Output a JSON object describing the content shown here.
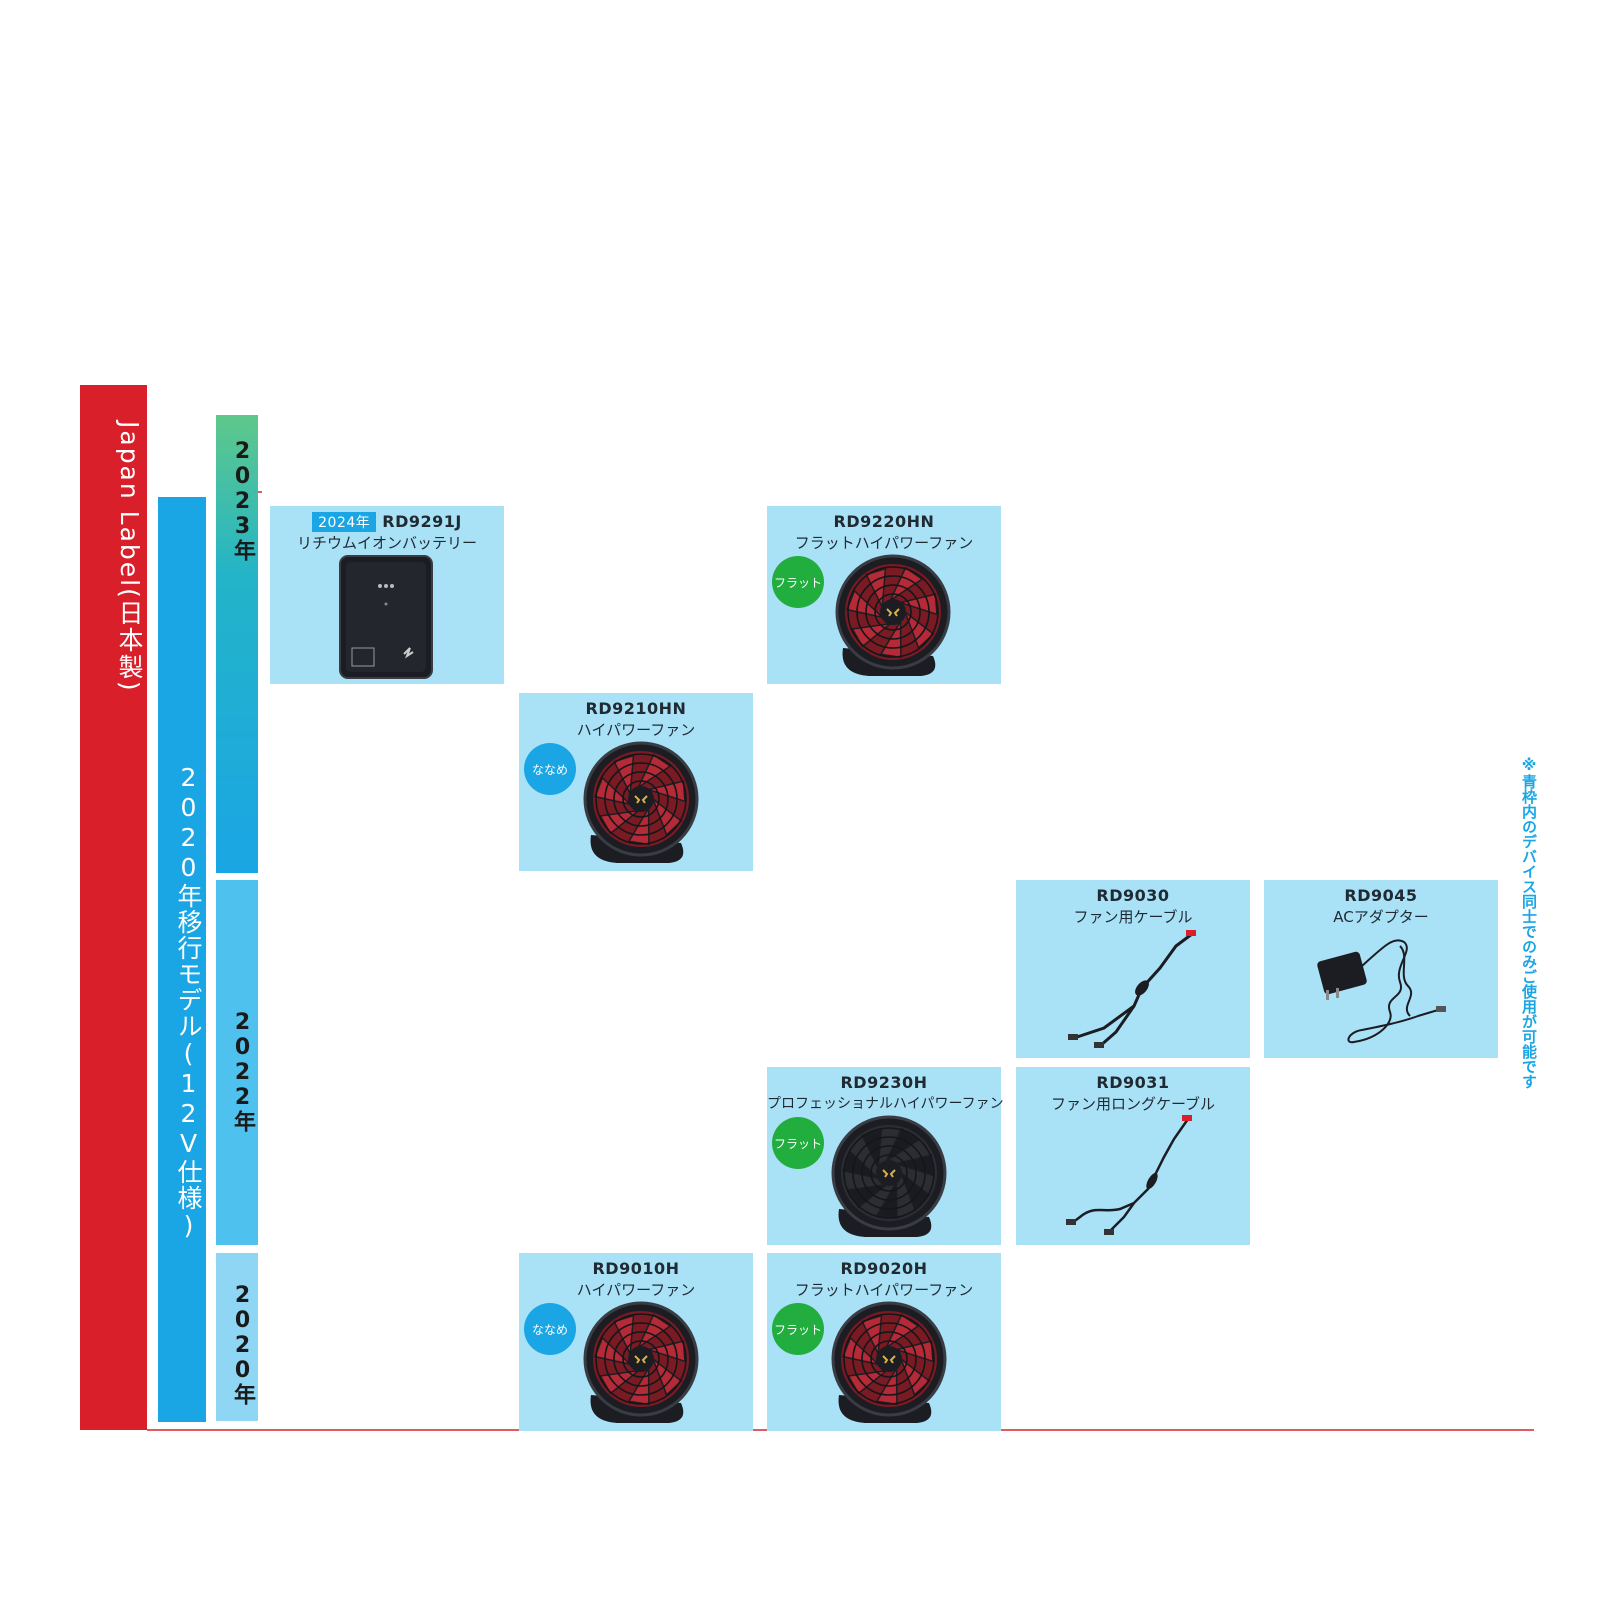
{
  "colors": {
    "japan_bar": "#d81f2a",
    "model_bar": "#1aa6e4",
    "card_bg": "#a9e1f6",
    "flat_badge": "#22ad3f",
    "naname_badge": "#1aa6e4",
    "note_text": "#1aa6e4"
  },
  "labels": {
    "japan": "Japan Label(日本製)",
    "model": "2020年移行モデル(12V仕様)",
    "note": "※青枠内のデバイス同士でのみご使用が可能です"
  },
  "years": {
    "y2023": "2023年",
    "y2022": "2022年",
    "y2020": "2020年"
  },
  "products": {
    "rd9291j": {
      "badge": "2024年",
      "code": "RD9291J",
      "name": "リチウムイオンバッテリー",
      "icon": "battery-pack-image"
    },
    "rd9220hn": {
      "code": "RD9220HN",
      "name": "フラットハイパワーファン",
      "type": "フラット",
      "icon": "fan-image"
    },
    "rd9210hn": {
      "code": "RD9210HN",
      "name": "ハイパワーファン",
      "type": "ななめ",
      "icon": "fan-image"
    },
    "rd9030": {
      "code": "RD9030",
      "name": "ファン用ケーブル",
      "icon": "cable-image"
    },
    "rd9045": {
      "code": "RD9045",
      "name": "ACアダプター",
      "icon": "ac-adapter-image"
    },
    "rd9230h": {
      "code": "RD9230H",
      "name": "プロフェッショナルハイパワーファン",
      "type": "フラット",
      "icon": "fan-image"
    },
    "rd9031": {
      "code": "RD9031",
      "name": "ファン用ロングケーブル",
      "icon": "cable-image"
    },
    "rd9010h": {
      "code": "RD9010H",
      "name": "ハイパワーファン",
      "type": "ななめ",
      "icon": "fan-image"
    },
    "rd9020h": {
      "code": "RD9020H",
      "name": "フラットハイパワーファン",
      "type": "フラット",
      "icon": "fan-image"
    }
  }
}
